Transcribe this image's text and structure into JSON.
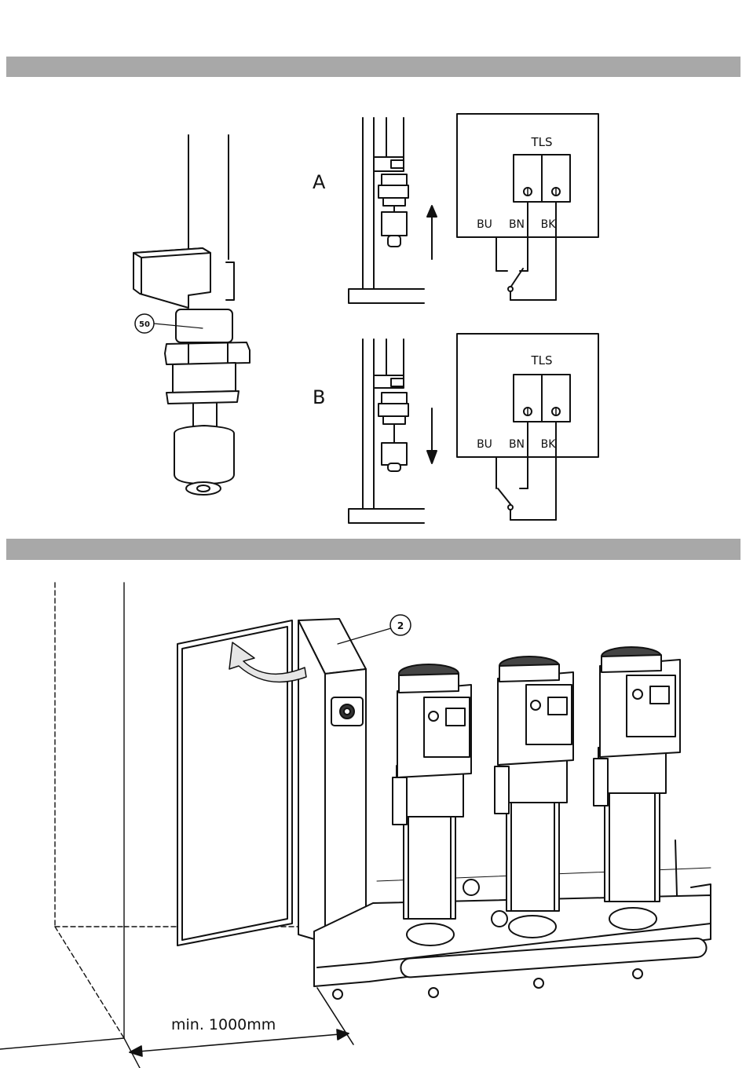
{
  "labels": {
    "float_part_number": "50",
    "position_a": "A",
    "position_b": "B",
    "switch_name": "TLS",
    "wire_blue": "BU",
    "wire_brown": "BN",
    "wire_black": "BK",
    "cabinet_part_number": "2",
    "clearance": "min. 1000mm"
  },
  "icons": [
    "float-switch-icon",
    "up-arrow-icon",
    "down-arrow-icon",
    "curved-arrow-icon",
    "dimension-arrow-icon"
  ],
  "colors": {
    "section_bar": "#a8a8a8",
    "line": "#111111",
    "arrow_fill": "#e6e6e6"
  }
}
